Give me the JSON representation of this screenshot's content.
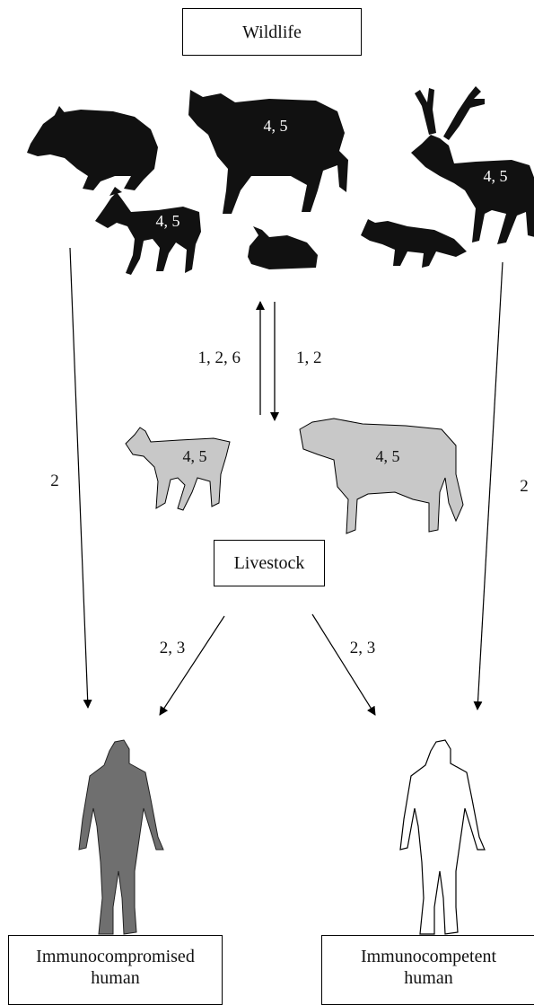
{
  "boxes": {
    "wildlife": "Wildlife",
    "livestock": "Livestock",
    "immunocompromised": [
      "Immunocompromised",
      "human"
    ],
    "immunocompetent": [
      "Immunocompetent",
      "human"
    ]
  },
  "animal_labels": {
    "bison": "4, 5",
    "wild_goat": "4, 5",
    "deer": "4, 5",
    "livestock_goat": "4, 5",
    "livestock_cow": "4, 5"
  },
  "arrow_labels": {
    "wildlife_to_livestock": "1, 2",
    "livestock_to_wildlife": "1, 2, 6",
    "wildlife_to_immunocompromised": "2",
    "wildlife_to_immunocompetent": "2",
    "livestock_to_immunocompromised": "2, 3",
    "livestock_to_immunocompetent": "2, 3"
  },
  "colors": {
    "wildlife_fill": "#111111",
    "livestock_fill": "#c8c8c8",
    "immunocompromised_fill": "#6f6f6f",
    "immunocompetent_fill": "#ffffff",
    "stroke": "#000000"
  }
}
